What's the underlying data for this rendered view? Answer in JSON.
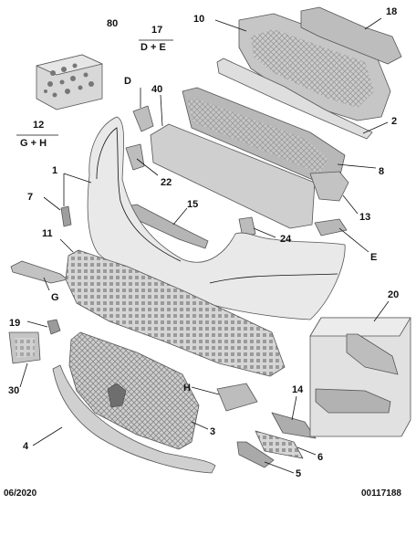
{
  "labels": {
    "l80": "80",
    "l17": "17",
    "l17sub": "D + E",
    "l10": "10",
    "l18": "18",
    "lD": "D",
    "l40": "40",
    "l12": "12",
    "l12sub": "G + H",
    "l2": "2",
    "l1": "1",
    "l22": "22",
    "l8": "8",
    "l7": "7",
    "l15": "15",
    "l13": "13",
    "l11": "11",
    "l24": "24",
    "lE": "E",
    "l20": "20",
    "lG": "G",
    "l19": "19",
    "l30": "30",
    "lH": "H",
    "l14": "14",
    "l3": "3",
    "l4": "4",
    "l6": "6",
    "l5": "5"
  },
  "footer": {
    "date": "06/2020",
    "ref": "00117188"
  },
  "colors": {
    "plastic": "#d9d9d9",
    "plastic_dark": "#a8a8a8",
    "bumper": "#e7e7e7",
    "box": "#e3e3e3"
  }
}
